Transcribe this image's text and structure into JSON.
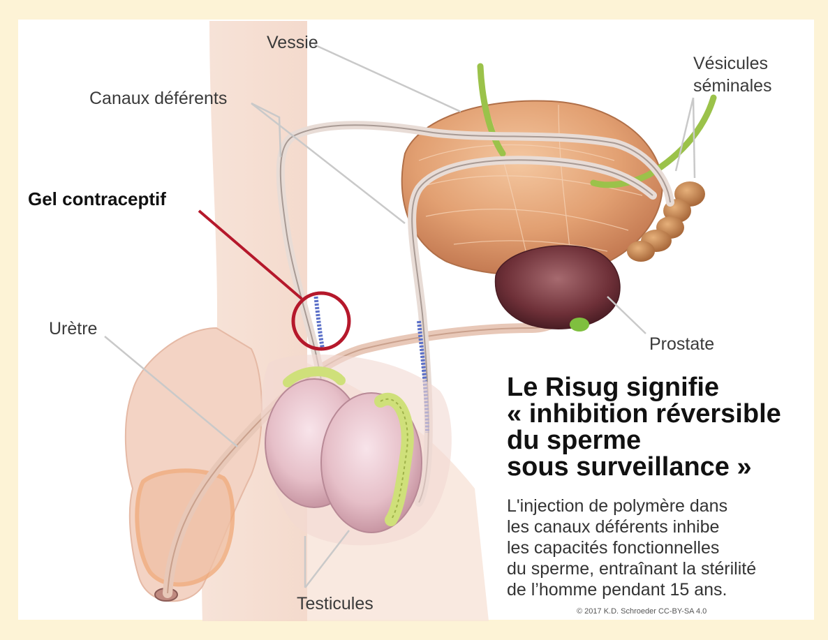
{
  "labels": {
    "vessie": "Vessie",
    "canaux": "Canaux déférents",
    "vesicules_line1": "Vésicules",
    "vesicules_line2": "séminales",
    "gel": "Gel contraceptif",
    "uretre": "Urètre",
    "prostate": "Prostate",
    "testicules": "Testicules"
  },
  "headline": [
    "Le Risug signifie",
    "« inhibition réversible",
    "du sperme",
    "sous surveillance »"
  ],
  "description": [
    "L'injection de polymère dans",
    "les canaux déférents inhibe",
    "les capacités fonctionnelles",
    "du sperme, entraînant la stérilité",
    "de l’homme pendant 15 ans."
  ],
  "credit": "© 2017 K.D. Schroeder CC-BY-SA 4.0",
  "colors": {
    "background": "#fdf3d6",
    "highlight": "#b5182b",
    "skin": "#f5ddd0",
    "bladder": "#e8a878",
    "prostate": "#7a3a40",
    "seminal": "#c98c52",
    "epididymis": "#cfe07a",
    "ureter": "#9bc24a"
  }
}
